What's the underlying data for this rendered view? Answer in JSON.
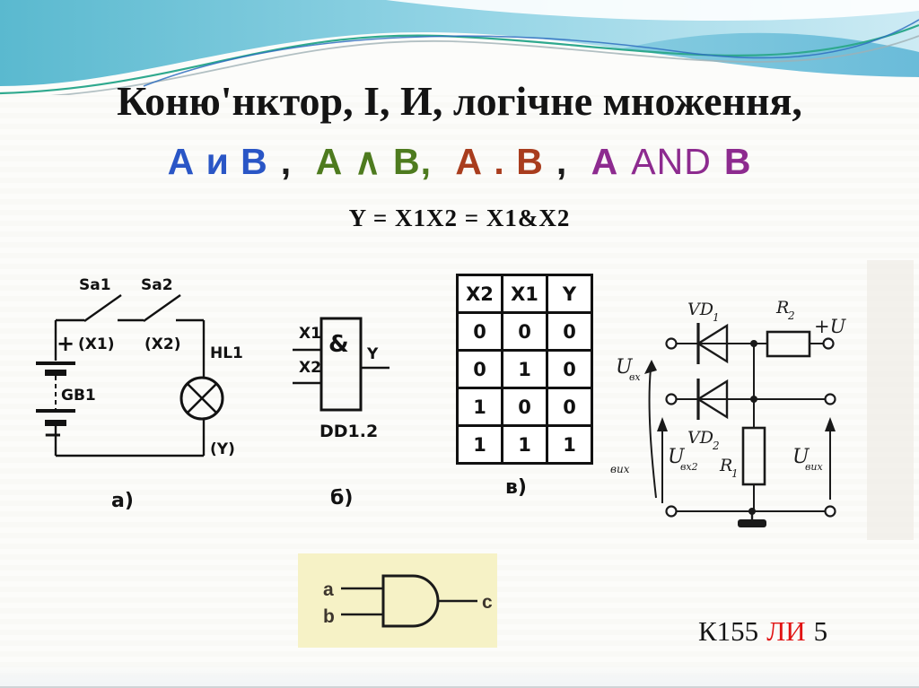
{
  "slide": {
    "title": "Коню'нктор, І, И, логічне множення,",
    "subtitle": {
      "expr1": "А и В",
      "comma1": ",",
      "expr2": "А ∧ В,",
      "expr3": "А . В",
      "comma2": ",",
      "expr4_a": "А",
      "expr4_op": "AND",
      "expr4_b": "В"
    },
    "formula": "Y = X1X2 = X1&X2",
    "chip_label": {
      "part1": "К155",
      "part2": "ЛИ",
      "part3": "5"
    }
  },
  "colors": {
    "expr1_blue": "#2a56c6",
    "expr2_green": "#4e7b1f",
    "expr3_rust": "#a93d1e",
    "expr4_purple": "#8d2b8f",
    "chip_red": "#e11212",
    "header_teal_dark": "#5ab9cf",
    "header_teal_light": "#cdebf4"
  },
  "circuit_a": {
    "caption": "а)",
    "labels": {
      "switch1": "Sa1",
      "switch2": "Sa2",
      "input1": "(X1)",
      "input2": "(X2)",
      "lamp": "HL1",
      "battery": "GB1",
      "plus": "+",
      "minus": "−",
      "output": "(Y)"
    }
  },
  "gate_b": {
    "caption": "б)",
    "labels": {
      "in1": "X1",
      "in2": "X2",
      "func": "&",
      "out": "Y",
      "chip": "DD1.2"
    }
  },
  "truth_table": {
    "caption": "в)",
    "headers": [
      "X2",
      "X1",
      "Y"
    ],
    "rows": [
      [
        "0",
        "0",
        "0"
      ],
      [
        "0",
        "1",
        "0"
      ],
      [
        "1",
        "0",
        "0"
      ],
      [
        "1",
        "1",
        "1"
      ]
    ]
  },
  "diode_circuit": {
    "labels": {
      "vd1": "VD",
      "vd1_sub": "1",
      "vd2": "VD",
      "vd2_sub": "2",
      "r1": "R",
      "r1_sub": "1",
      "r2": "R",
      "r2_sub": "2",
      "supply": "+U",
      "uin": "U",
      "uin_sub": "вх",
      "uin2": "U",
      "uin2_sub": "вх2",
      "uout": "U",
      "uout_sub": "вих",
      "edge_fragment": "вих"
    }
  },
  "and_gate_panel": {
    "input_a": "a",
    "input_b": "b",
    "output_c": "c"
  }
}
